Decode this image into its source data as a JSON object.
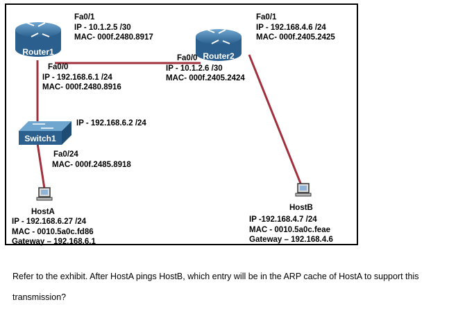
{
  "router1": {
    "name": "Router1",
    "fa01": {
      "port": "Fa0/1",
      "ip": "IP - 10.1.2.5 /30",
      "mac": "MAC- 000f.2480.8917"
    },
    "fa00": {
      "port": "Fa0/0",
      "ip": "IP - 192.168.6.1 /24",
      "mac": "MAC- 000f.2480.8916"
    }
  },
  "router2": {
    "name": "Router2",
    "fa01": {
      "port": "Fa0/1",
      "ip": "IP - 192.168.4.6 /24",
      "mac": "MAC- 000f.2405.2425"
    },
    "fa00": {
      "port": "Fa0/0",
      "ip": "IP - 10.1.2.6 /30",
      "mac": "MAC- 000f.2405.2424"
    }
  },
  "switch1": {
    "name": "Switch1",
    "ip": "IP - 192.168.6.2 /24",
    "fa024": {
      "port": "Fa0/24",
      "mac": "MAC- 000f.2485.8918"
    }
  },
  "hostA": {
    "name": "HostA",
    "ip": "IP - 192.168.6.27 /24",
    "mac": "MAC - 0010.5a0c.fd86",
    "gateway": "Gateway – 192.168.6.1"
  },
  "hostB": {
    "name": "HostB",
    "ip": "IP -192.168.4.7 /24",
    "mac": "MAC - 0010.5a0c.feae",
    "gateway": "Gateway – 192.168.4.6"
  },
  "question": "Refer to the exhibit. After HostA pings HostB, which entry will be in the ARP cache of HostA to support this transmission?",
  "colors": {
    "link": "#a0303c",
    "device": "#2a5f8e"
  }
}
